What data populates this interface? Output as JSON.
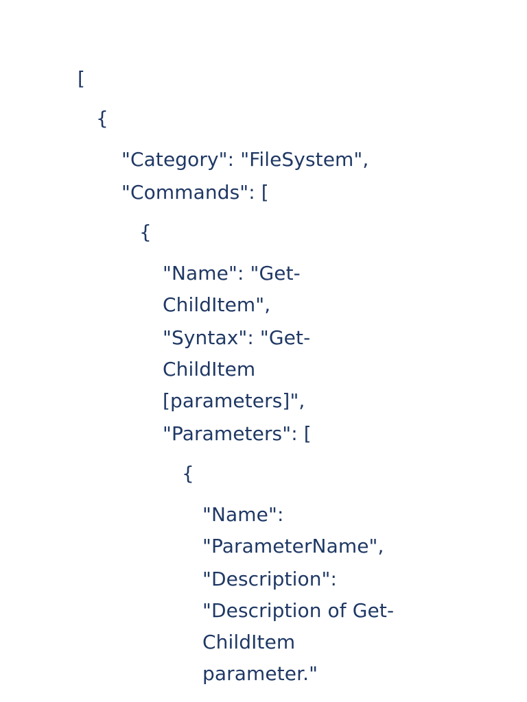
{
  "document": {
    "background_color": "#FFFFFF",
    "text_color": "#1F3864",
    "content_type": "json-source-text",
    "lines": [
      {
        "indent": 0,
        "text": "["
      },
      {
        "indent": 1,
        "text": "{"
      },
      {
        "indent": 2,
        "text": "\"Category\": \"FileSystem\","
      },
      {
        "indent": 2,
        "text": "\"Commands\": ["
      },
      {
        "indent": 3,
        "text": "{"
      },
      {
        "indent": 4,
        "text": "\"Name\": \"Get-ChildItem\","
      },
      {
        "indent": 4,
        "text": "\"Syntax\": \"Get-ChildItem [parameters]\","
      },
      {
        "indent": 4,
        "text": "\"Parameters\": ["
      },
      {
        "indent": 5,
        "text": "{"
      },
      {
        "indent": 6,
        "text": "\"Name\": \"ParameterName\","
      },
      {
        "indent": 6,
        "text": "\"Description\": \"Description of Get-ChildItem parameter.\""
      }
    ],
    "json_content": {
      "Category": "FileSystem",
      "Commands": [
        {
          "Name": "Get-ChildItem",
          "Syntax": "Get-ChildItem [parameters]",
          "Parameters": [
            {
              "Name": "ParameterName",
              "Description": "Description of Get-ChildItem parameter."
            }
          ]
        }
      ]
    }
  }
}
